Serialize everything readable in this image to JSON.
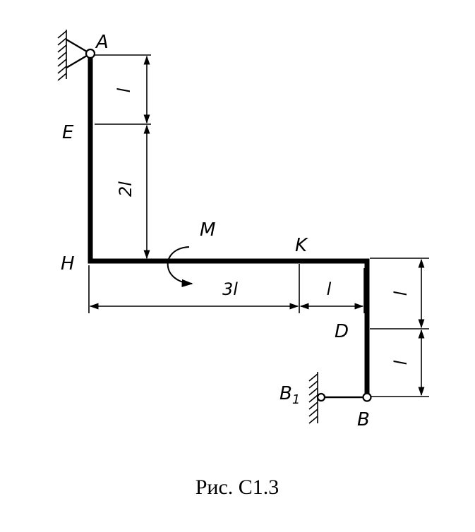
{
  "labels": {
    "A": "A",
    "E": "E",
    "H": "H",
    "M": "M",
    "K": "K",
    "D": "D",
    "B": "B",
    "B1": "B",
    "B1_sub": "1"
  },
  "dimensions": {
    "AE": "l",
    "EH": "2l",
    "HK": "3l",
    "K_corner": "l",
    "corner_D": "l",
    "DB": "l"
  },
  "caption": "Рис. С1.3"
}
